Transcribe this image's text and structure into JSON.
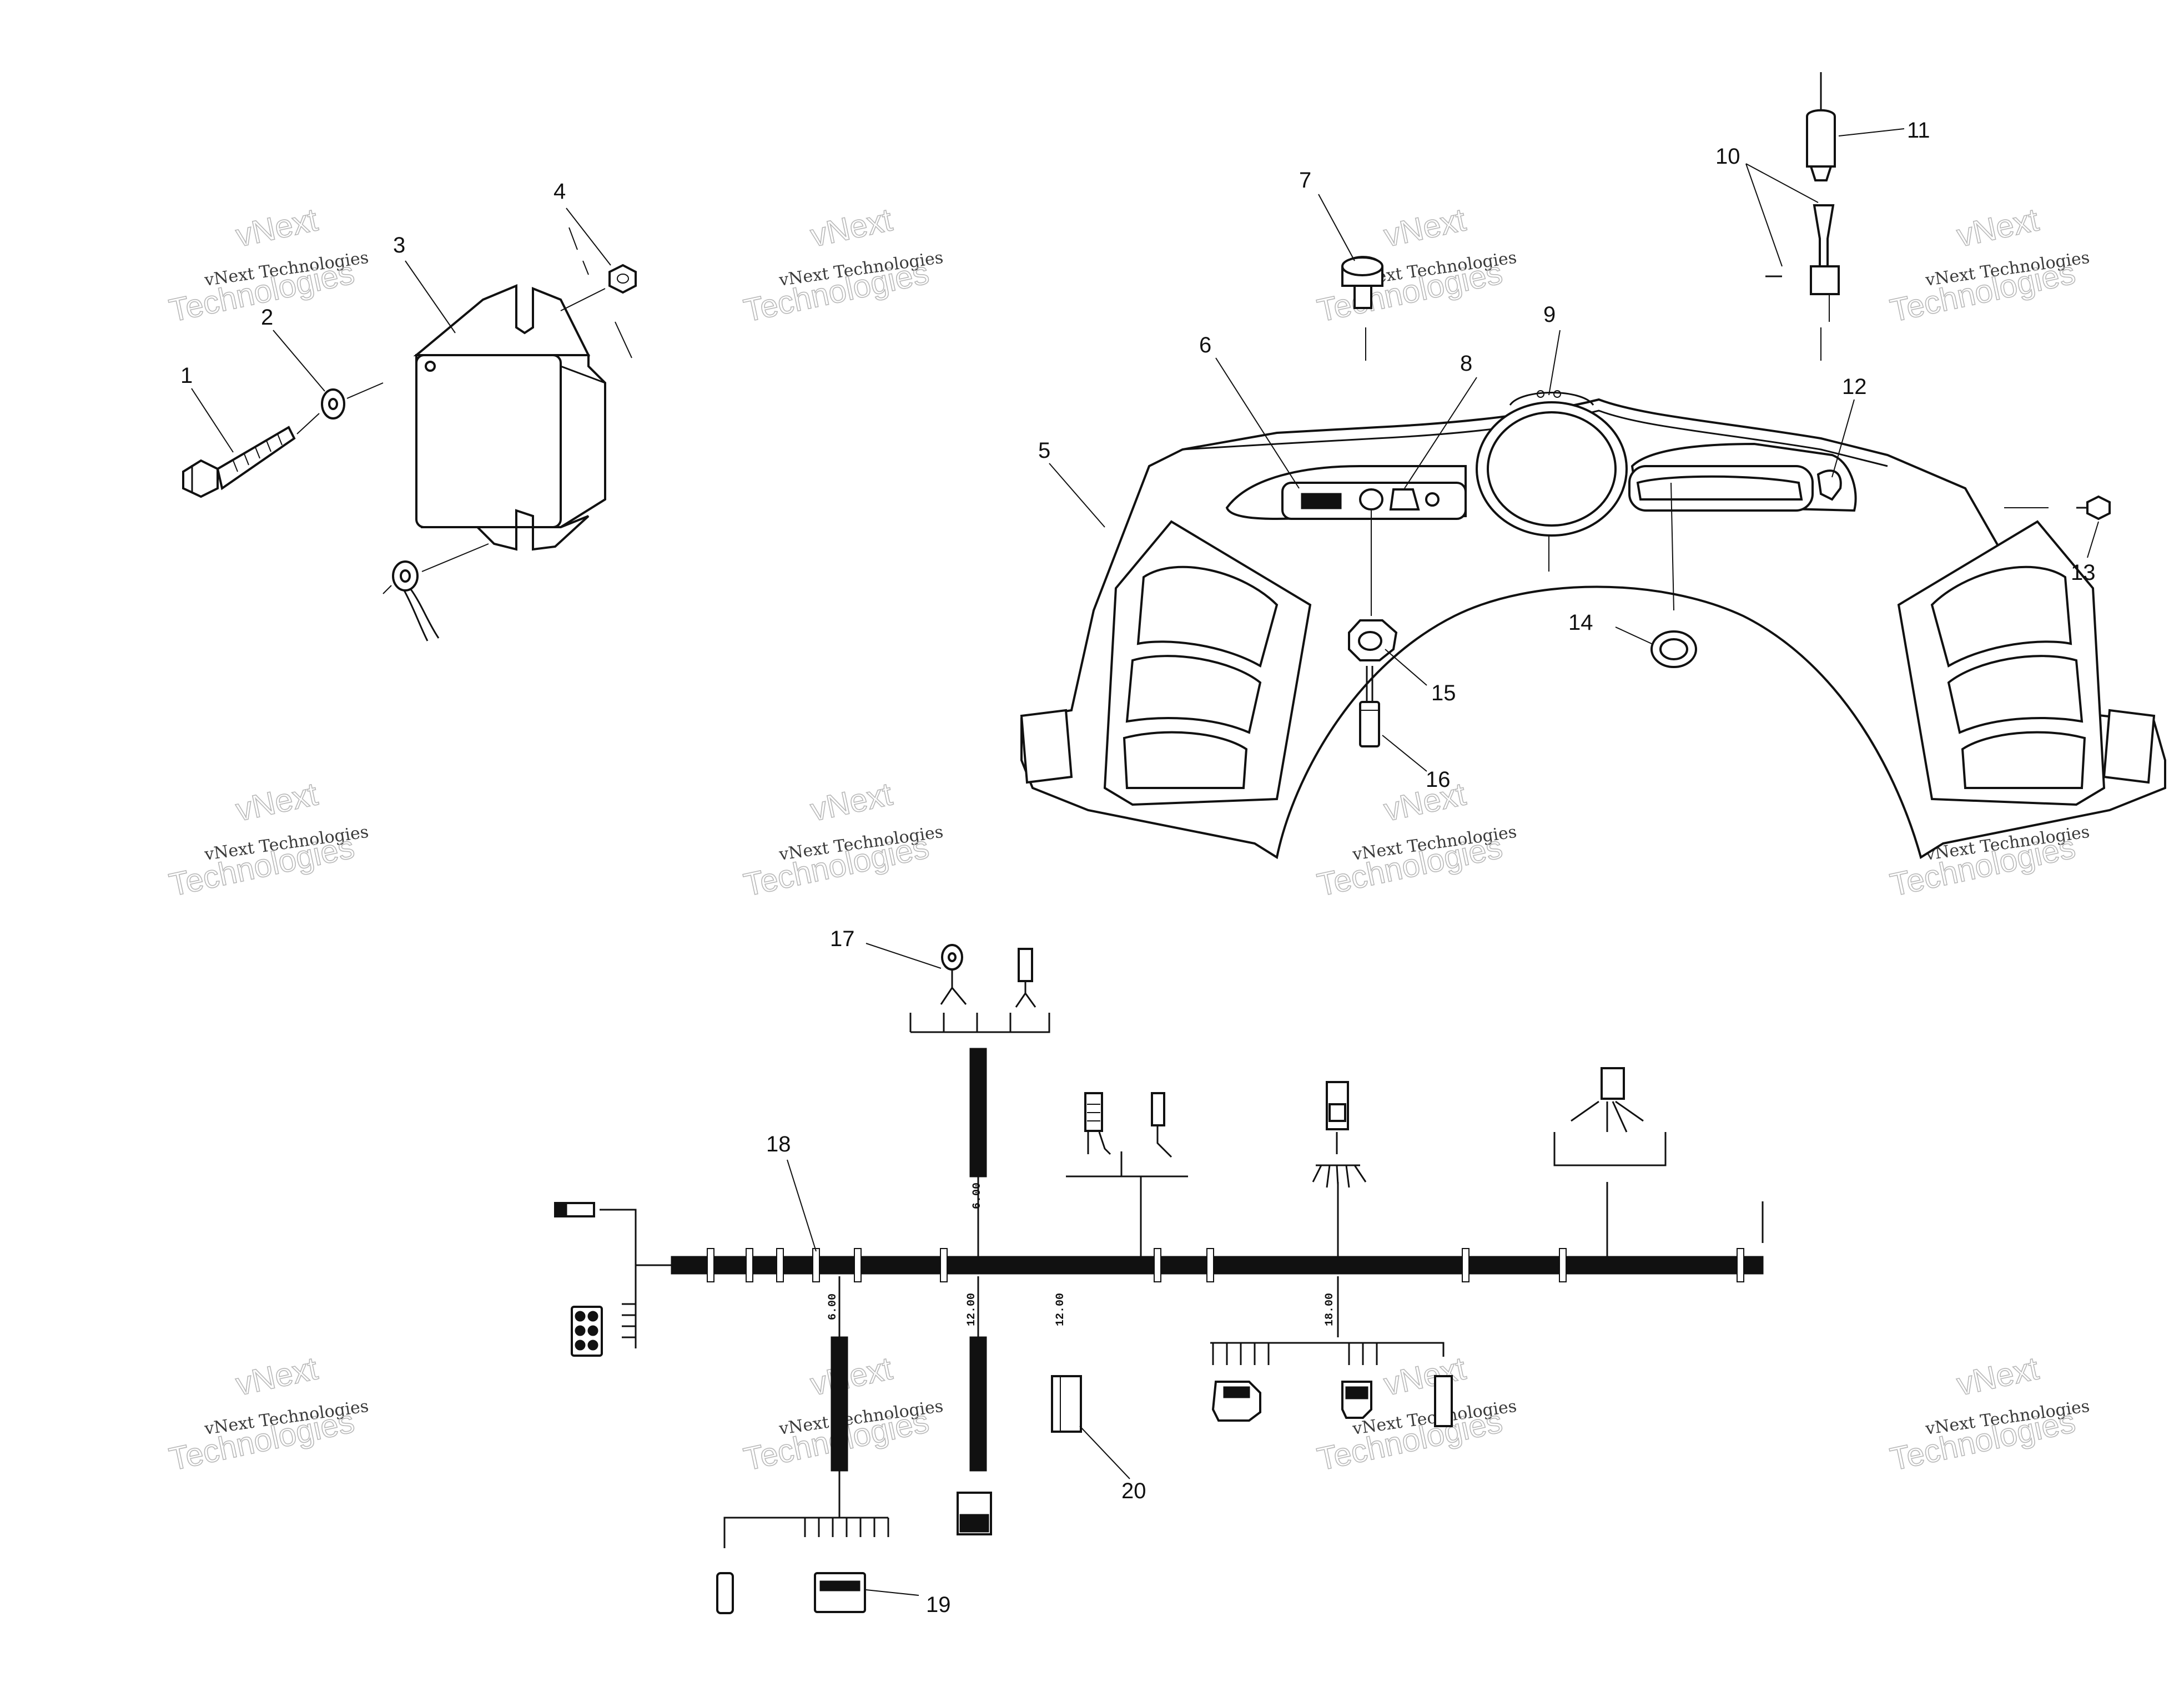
{
  "callouts": [
    {
      "id": "1",
      "label": "1"
    },
    {
      "id": "2",
      "label": "2"
    },
    {
      "id": "3",
      "label": "3"
    },
    {
      "id": "4",
      "label": "4"
    },
    {
      "id": "5",
      "label": "5"
    },
    {
      "id": "6",
      "label": "6"
    },
    {
      "id": "7",
      "label": "7"
    },
    {
      "id": "8",
      "label": "8"
    },
    {
      "id": "9",
      "label": "9"
    },
    {
      "id": "10",
      "label": "10"
    },
    {
      "id": "11",
      "label": "11"
    },
    {
      "id": "12",
      "label": "12"
    },
    {
      "id": "13",
      "label": "13"
    },
    {
      "id": "14",
      "label": "14"
    },
    {
      "id": "15",
      "label": "15"
    },
    {
      "id": "16",
      "label": "16"
    },
    {
      "id": "17",
      "label": "17"
    },
    {
      "id": "18",
      "label": "18"
    },
    {
      "id": "19",
      "label": "19"
    },
    {
      "id": "20",
      "label": "20"
    }
  ],
  "harness_labels": [
    "6.00",
    "12.00",
    "12.00",
    "18.00",
    "6.00"
  ],
  "watermark": {
    "line1": "vNext",
    "line2": "vNext Technologies",
    "line3": "Technologies"
  }
}
